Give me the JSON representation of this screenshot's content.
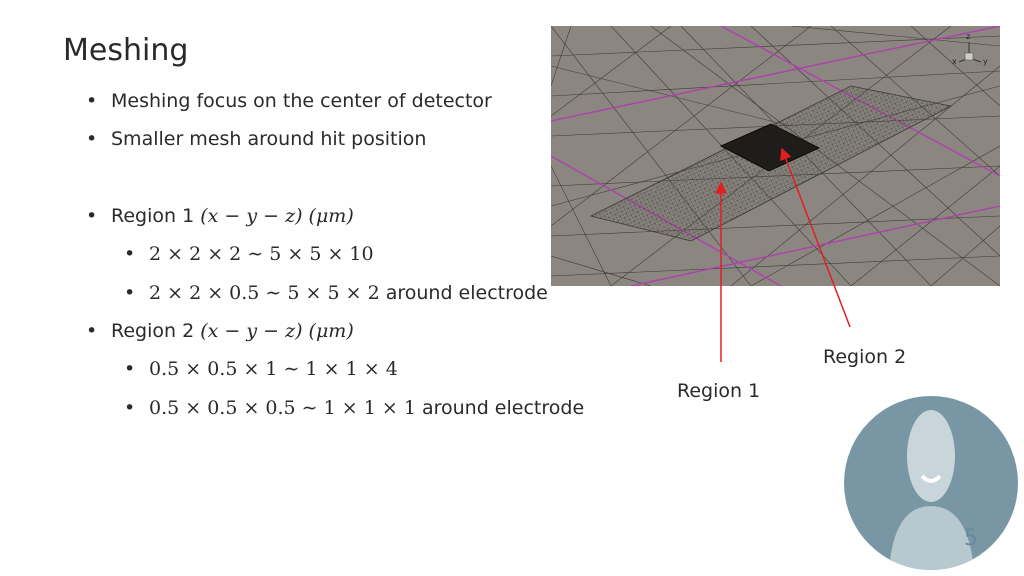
{
  "slide": {
    "title": "Meshing",
    "page_number": "5"
  },
  "bullets": {
    "b1": "Meshing focus on the center of detector",
    "b2": "Smaller mesh around hit position",
    "region1_label": "Region 1 ",
    "region1_math": "(x − y − z) (μm)",
    "r1_sub1_math": "2 × 2 × 2 ∼ 5 × 5 × 10",
    "r1_sub2_math": "2 × 2 × 0.5 ∼ 5 × 5 × 2",
    "r1_sub2_suffix": " around electrode",
    "region2_label": "Region 2 ",
    "region2_math": "(x − y − z) (μm)",
    "r2_sub1_math": "0.5 × 0.5 × 1 ∼ 1 × 1 × 4",
    "r2_sub2_math": "0.5 × 0.5 × 0.5 ∼ 1 × 1 × 1",
    "r2_sub2_suffix": " around electrode",
    "bullet_char": "•"
  },
  "figure": {
    "region1_label": "Region 1",
    "region2_label": "Region 2",
    "axis_x": "x",
    "axis_y": "y",
    "axis_z": "z",
    "arrow_color": "#e02020",
    "mesh_bg": "#8a8680",
    "magenta_line": "#c040c0"
  },
  "avatar": {
    "bg_color": "#7896a4"
  }
}
